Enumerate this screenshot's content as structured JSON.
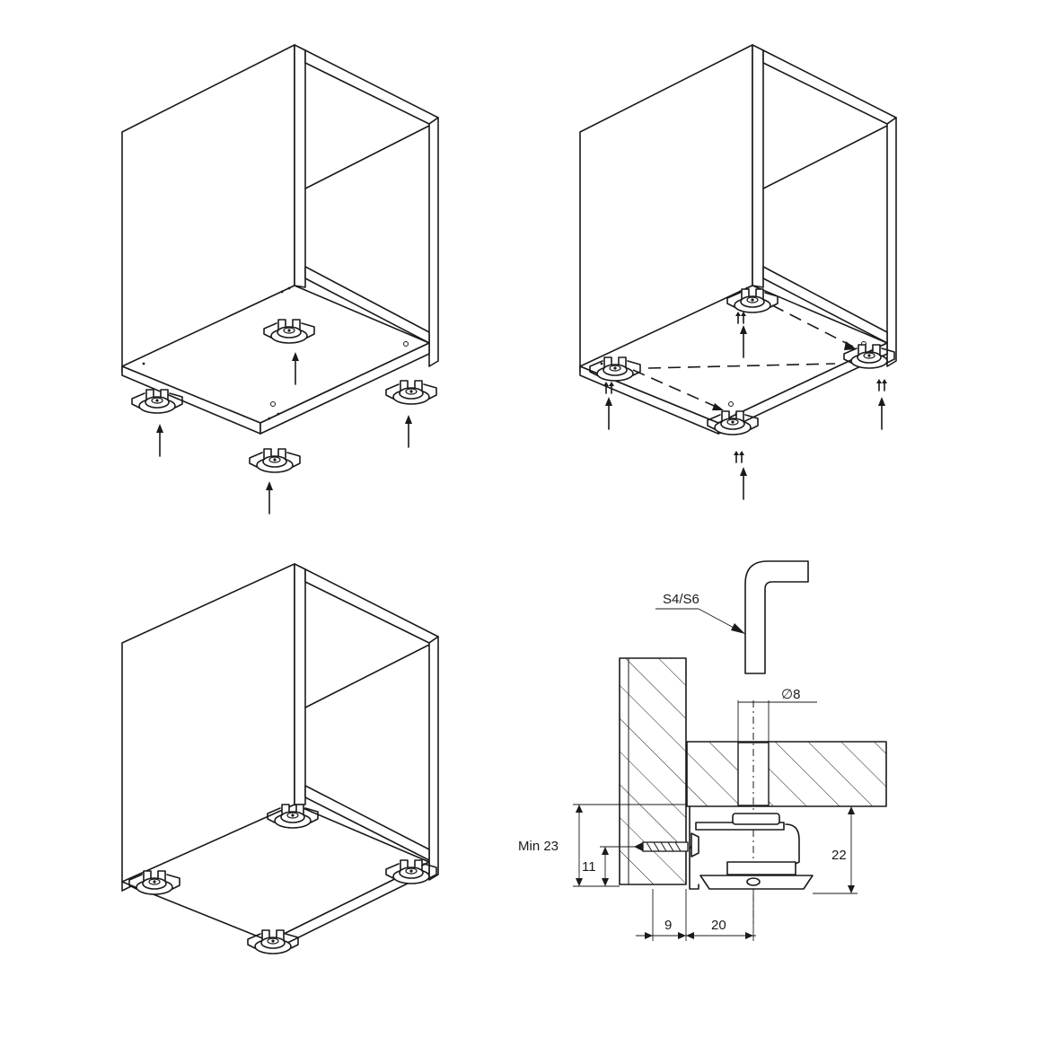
{
  "detail_labels": {
    "key_label": "S4/S6",
    "hole_label": "∅8",
    "min_height_label": "Min 23",
    "screw_height": "11",
    "height_22": "22",
    "offset_9": "9",
    "offset_20": "20"
  },
  "icons": {
    "leveller": "cabinet-leveller-foot-icon",
    "arrow": "up-arrow-icon",
    "screw": "screw-icon",
    "hex_key": "allen-key-icon"
  }
}
